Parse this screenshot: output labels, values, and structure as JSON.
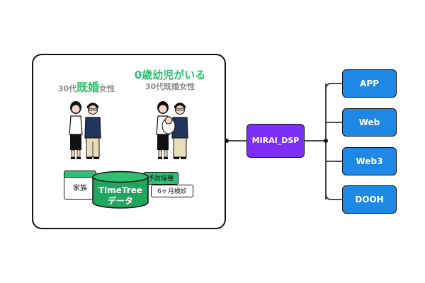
{
  "segments": {
    "married": {
      "prefix": "30代",
      "highlight": "既婚",
      "suffix": "女性"
    },
    "infant": {
      "title": "0歳幼児がいる",
      "subtitle": "30代既婚女性"
    }
  },
  "tags": {
    "family": "家族",
    "vaccination": "予防接種",
    "checkup": "6ヶ月検診"
  },
  "database": {
    "line1": "TimeTree",
    "line2": "データ"
  },
  "hub": {
    "label": "MIRAI_DSP"
  },
  "channels": [
    {
      "label": "APP"
    },
    {
      "label": "Web"
    },
    {
      "label": "Web3"
    },
    {
      "label": "DOOH"
    }
  ],
  "colors": {
    "green": "#2fbf71",
    "purple": "#7b2ff7",
    "blue": "#1e88e5",
    "gray_text": "#8c8c8c"
  }
}
